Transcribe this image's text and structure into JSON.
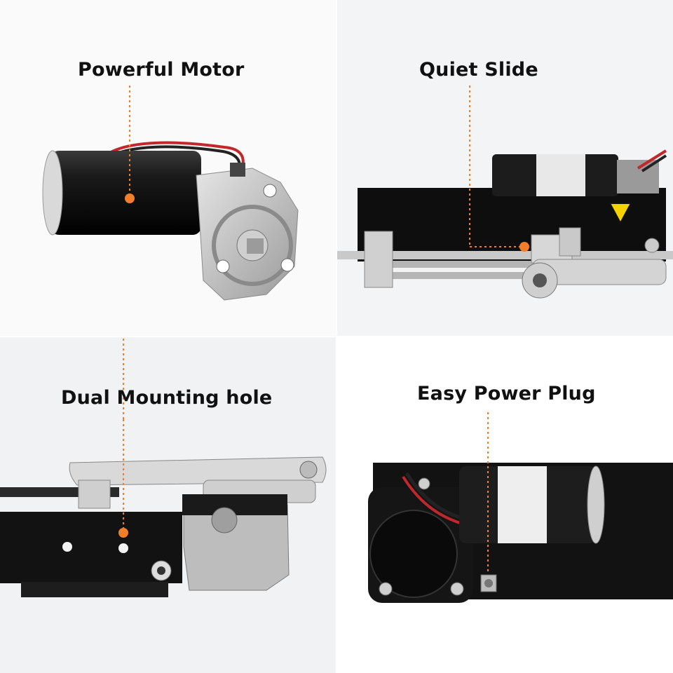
{
  "panels": [
    {
      "label": "Powerful Motor"
    },
    {
      "label": "Quiet Slide"
    },
    {
      "label": "Dual Mounting hole"
    },
    {
      "label": "Easy Power Plug"
    }
  ],
  "accent_color": "#f07e2b"
}
